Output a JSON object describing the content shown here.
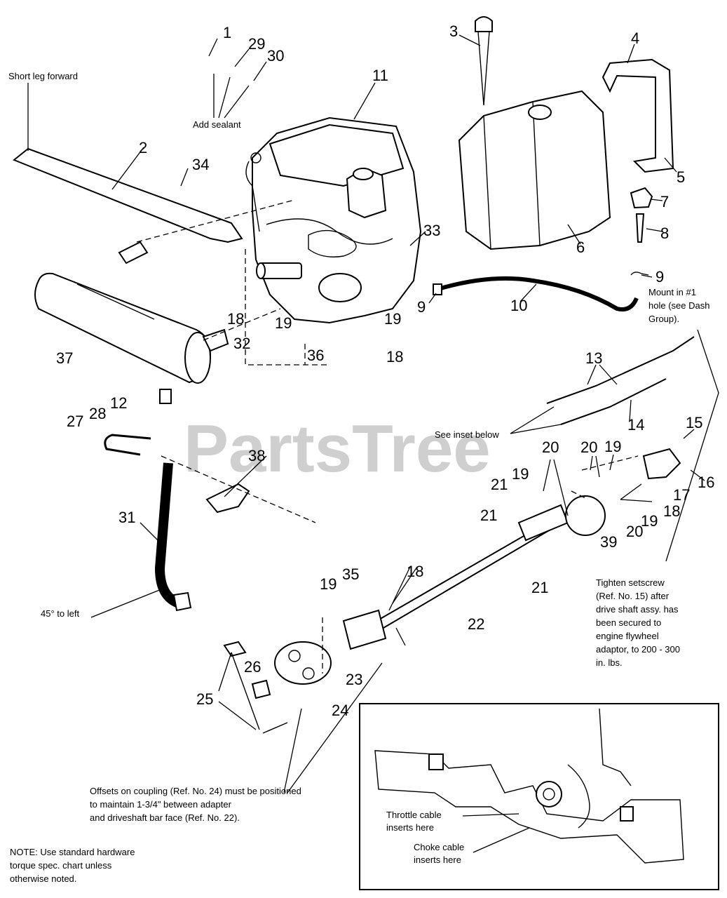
{
  "watermark": "PartsTree",
  "part_numbers": [
    "1",
    "2",
    "3",
    "4",
    "5",
    "6",
    "7",
    "8",
    "9",
    "9",
    "10",
    "11",
    "12",
    "13",
    "14",
    "15",
    "16",
    "17",
    "18",
    "18",
    "18",
    "18",
    "19",
    "19",
    "19",
    "19",
    "19",
    "19",
    "20",
    "20",
    "20",
    "21",
    "21",
    "21",
    "22",
    "23",
    "24",
    "25",
    "26",
    "27",
    "28",
    "29",
    "30",
    "31",
    "32",
    "33",
    "34",
    "35",
    "36",
    "37",
    "38",
    "39"
  ],
  "notes": {
    "short_leg": "Short  leg forward",
    "add_sealant": "Add sealant",
    "mount_1": "Mount in #1",
    "mount_2": "hole (see Dash",
    "mount_3": "Group).",
    "see_inset": "See inset below",
    "tighten_1": "Tighten setscrew",
    "tighten_2": "(Ref. No. 15) after",
    "tighten_3": "drive shaft assy. has",
    "tighten_4": "been secured to",
    "tighten_5": "engine flywheel",
    "tighten_6": "adaptor, to 200 - 300",
    "tighten_7": "in. lbs.",
    "deg45": "45° to left",
    "offsets_1": "Offsets on coupling (Ref. No. 24) must be positioned",
    "offsets_2": "to maintain 1-3/4\" between adapter",
    "offsets_3": "and driveshaft bar face (Ref. No. 22).",
    "throttle_1": "Throttle cable",
    "throttle_2": "inserts here",
    "choke_1": "Choke cable",
    "choke_2": "inserts here",
    "note_1": "NOTE: Use standard hardware",
    "note_2": "torque spec. chart unless",
    "note_3": "otherwise noted."
  }
}
